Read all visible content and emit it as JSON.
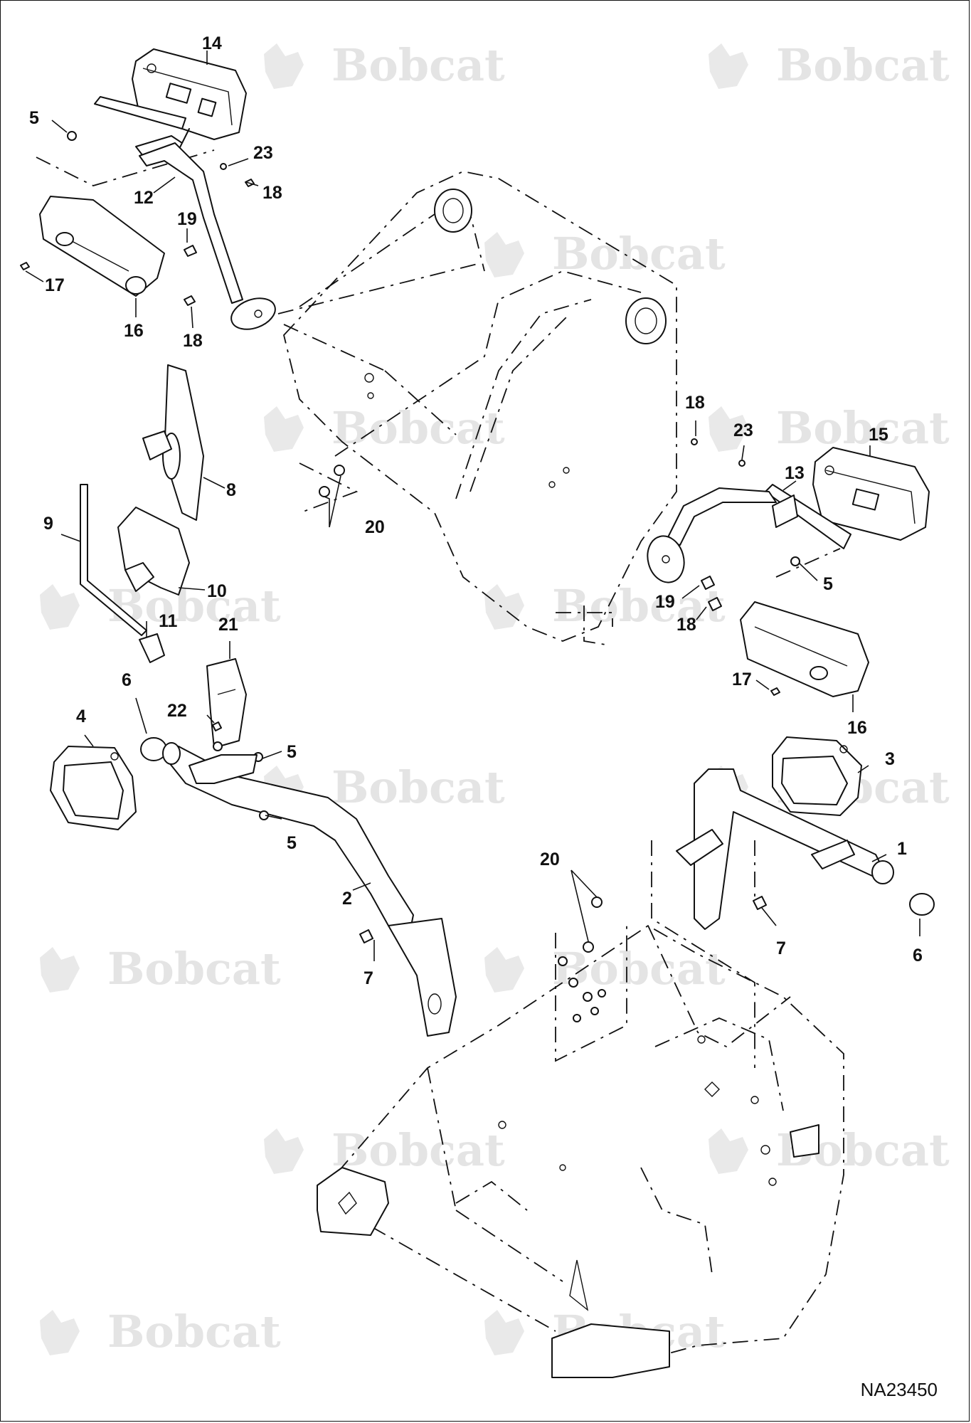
{
  "drawing_number": "NA23450",
  "watermark": "Bobcat",
  "callouts": [
    {
      "id": "c14",
      "label": "14"
    },
    {
      "id": "c5a",
      "label": "5"
    },
    {
      "id": "c23a",
      "label": "23"
    },
    {
      "id": "c18a",
      "label": "18"
    },
    {
      "id": "c12",
      "label": "12"
    },
    {
      "id": "c19a",
      "label": "19"
    },
    {
      "id": "c17a",
      "label": "17"
    },
    {
      "id": "c16a",
      "label": "16"
    },
    {
      "id": "c18b",
      "label": "18"
    },
    {
      "id": "c8",
      "label": "8"
    },
    {
      "id": "c9",
      "label": "9"
    },
    {
      "id": "c10",
      "label": "10"
    },
    {
      "id": "c11",
      "label": "11"
    },
    {
      "id": "c21",
      "label": "21"
    },
    {
      "id": "c6a",
      "label": "6"
    },
    {
      "id": "c22",
      "label": "22"
    },
    {
      "id": "c4",
      "label": "4"
    },
    {
      "id": "c5b",
      "label": "5"
    },
    {
      "id": "c5c",
      "label": "5"
    },
    {
      "id": "c2",
      "label": "2"
    },
    {
      "id": "c7a",
      "label": "7"
    },
    {
      "id": "c20a",
      "label": "20"
    },
    {
      "id": "c18c",
      "label": "18"
    },
    {
      "id": "c23b",
      "label": "23"
    },
    {
      "id": "c15",
      "label": "15"
    },
    {
      "id": "c13",
      "label": "13"
    },
    {
      "id": "c5d",
      "label": "5"
    },
    {
      "id": "c19b",
      "label": "19"
    },
    {
      "id": "c18d",
      "label": "18"
    },
    {
      "id": "c17b",
      "label": "17"
    },
    {
      "id": "c16b",
      "label": "16"
    },
    {
      "id": "c3",
      "label": "3"
    },
    {
      "id": "c1",
      "label": "1"
    },
    {
      "id": "c6b",
      "label": "6"
    },
    {
      "id": "c7b",
      "label": "7"
    },
    {
      "id": "c20b",
      "label": "20"
    }
  ]
}
